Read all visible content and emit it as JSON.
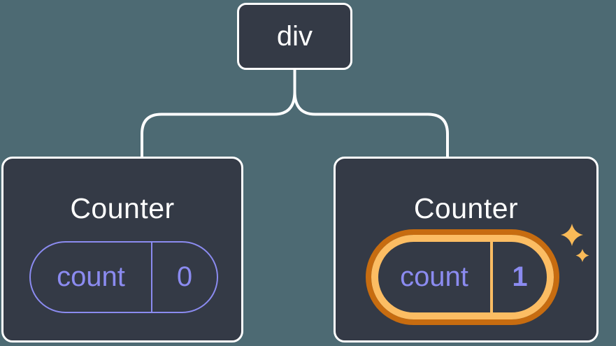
{
  "tree": {
    "root": {
      "label": "div"
    },
    "children": [
      {
        "title": "Counter",
        "state_key": "count",
        "state_value": "0",
        "highlighted": false
      },
      {
        "title": "Counter",
        "state_key": "count",
        "state_value": "1",
        "highlighted": true
      }
    ]
  },
  "icons": {
    "sparkle_large": "sparkle-icon",
    "sparkle_small": "sparkle-icon"
  },
  "colors": {
    "background": "#4d6a73",
    "node_fill": "#343a46",
    "node_border": "#ffffff",
    "connector": "#ffffff",
    "state_purple": "#8b8bf0",
    "highlight_orange_dark": "#c76c10",
    "highlight_orange_light": "#fcbd63",
    "sparkle": "#f9ba58"
  }
}
